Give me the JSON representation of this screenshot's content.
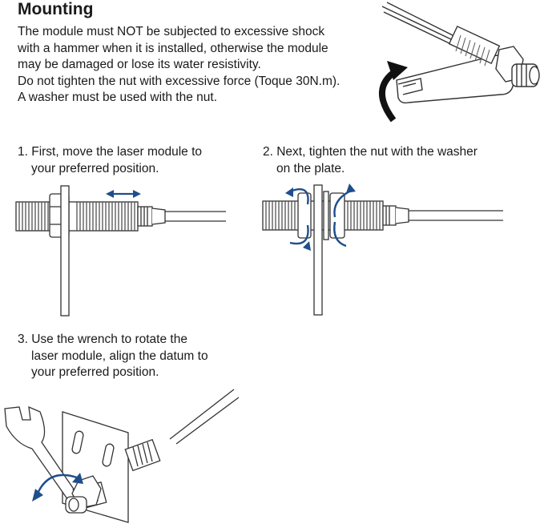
{
  "heading": "Mounting",
  "intro": {
    "line1": "The module must NOT be subjected to excessive shock",
    "line2": "with a hammer when it is installed, otherwise the module",
    "line3": "may be damaged or lose its water resistivity.",
    "line4": "Do not tighten the nut with excessive force (Toque 30N.m).",
    "line5": "A washer must be used with the nut."
  },
  "steps": [
    {
      "line1": "1. First, move the laser module to",
      "line2": "your preferred position."
    },
    {
      "line1": "2. Next, tighten the nut with the washer",
      "line2": "on the plate."
    },
    {
      "line1": "3. Use the wrench to rotate the",
      "line2": "laser module, align the datum to",
      "line3": "your preferred position."
    }
  ],
  "colors": {
    "arrow_blue": "#1f4e8c",
    "outline": "#333333",
    "arrow_black": "#111111"
  },
  "icons": [
    "wrench-icon",
    "rotate-arrow-icon",
    "double-arrow-icon"
  ]
}
